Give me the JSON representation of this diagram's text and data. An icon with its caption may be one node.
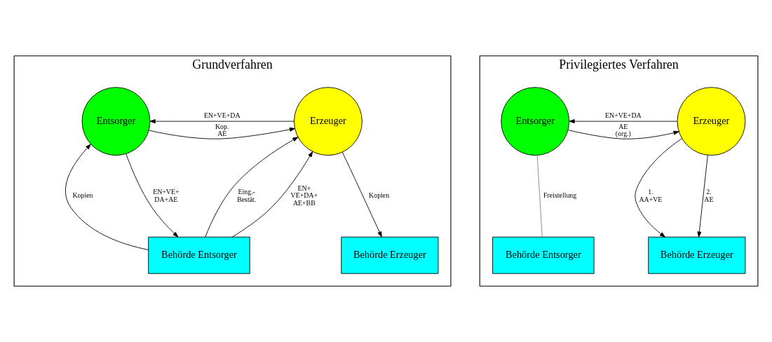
{
  "diagram": {
    "nodes": [
      {
        "text": [
          "Grundverfahren"
        ]
      },
      {
        "text": [
          "Erzeuger"
        ],
        "in": 0
      },
      {
        "text": [
          "Entsorger"
        ],
        "in": 0
      },
      {
        "text": [
          "Behörde Erzeuger"
        ],
        "in": 0
      },
      {
        "text": [
          "Behörde Entsorger"
        ],
        "in": 0
      },
      {
        "text": [
          "Privilegiertes Verfahren"
        ]
      },
      {
        "text": [
          "Erzeuger"
        ],
        "in": 5
      },
      {
        "text": [
          "Entsorger"
        ],
        "in": 5
      },
      {
        "text": [
          "Behörde Erzeuger"
        ],
        "in": 5
      },
      {
        "text": [
          "Behörde Entsorger"
        ],
        "in": 5
      }
    ],
    "edges": [
      {
        "from": 1,
        "to": 2,
        "arrow": "to",
        "label": "EN+VE+DA"
      },
      {
        "from": 2,
        "to": 1,
        "arrow": "to",
        "label": "Kop. AE"
      },
      {
        "from": 1,
        "to": 3,
        "arrow": "to",
        "label": "Kopien"
      },
      {
        "from": 4,
        "to": 1,
        "arrow": "to",
        "label": "EN+ VE+DA+ AE+BB"
      },
      {
        "from": 4,
        "to": 1,
        "arrow": "to",
        "label": "Eing.- Bestät."
      },
      {
        "from": 4,
        "to": 2,
        "arrow": "to",
        "label": "Kopien"
      },
      {
        "from": 2,
        "to": 4,
        "arrow": "to",
        "label": "EN+VE+ DA+AE"
      },
      {
        "from": 6,
        "to": 7,
        "arrow": "to",
        "label": "EN+VE+DA"
      },
      {
        "from": 7,
        "to": 6,
        "arrow": "to",
        "label": "AE (org.)"
      },
      {
        "from": 6,
        "to": 8,
        "arrow": "to",
        "label": "1. AA+VE"
      },
      {
        "from": 6,
        "to": 8,
        "arrow": "to",
        "label": "2. AE"
      },
      {
        "from": 7,
        "to": 9,
        "arrow": "none",
        "label": "Freistellung",
        "color": "#808080"
      }
    ]
  }
}
